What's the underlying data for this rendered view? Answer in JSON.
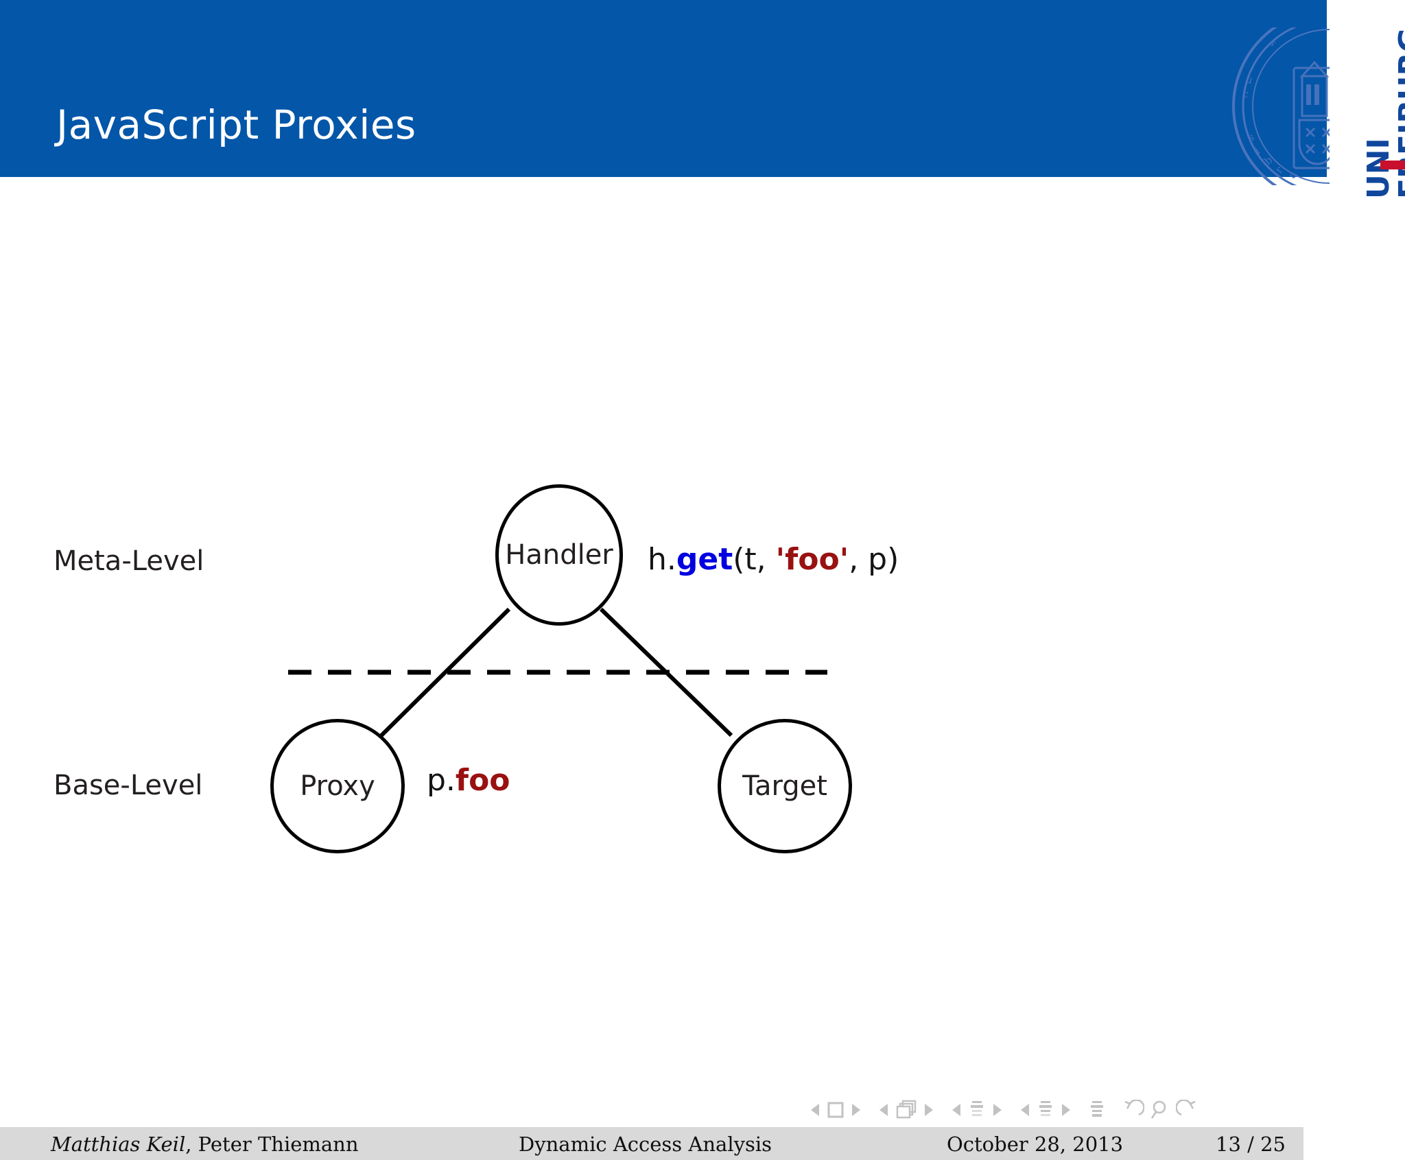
{
  "slide": {
    "title": "JavaScript Proxies",
    "header_color": "#0356a8",
    "accent_red": "#c8102e",
    "logo": {
      "word_top": "UNI",
      "word_bottom": "FREIBURG",
      "seal_name": "university-seal",
      "color": "#10479c"
    }
  },
  "diagram": {
    "levels": {
      "meta_label": "Meta-Level",
      "base_label": "Base-Level"
    },
    "nodes": [
      {
        "id": "handler",
        "label": "Handler"
      },
      {
        "id": "proxy",
        "label": "Proxy"
      },
      {
        "id": "target",
        "label": "Target"
      }
    ],
    "meta_code": {
      "prefix": "h.",
      "method": "get",
      "open": "(t, ",
      "property": "'foo'",
      "close": ", p)",
      "method_color": "#0000e0",
      "property_color": "#991111"
    },
    "base_code": {
      "prefix": "p.",
      "property": "foo",
      "property_color": "#991111"
    },
    "separator": "dashed-line"
  },
  "nav": {
    "groups": [
      {
        "name": "slide",
        "glyph": "square"
      },
      {
        "name": "frame",
        "glyph": "stacked-frames"
      },
      {
        "name": "subsection",
        "glyph": "lines-short"
      },
      {
        "name": "section",
        "glyph": "lines-medium"
      }
    ],
    "doc_glyph": "lines-long",
    "back_icon": "undo-arrow",
    "search_icon": "magnifier",
    "forward_icon": "redo-arrow"
  },
  "footer": {
    "author_primary": "Matthias Keil",
    "author_rest": ", Peter Thiemann",
    "talk_title": "Dynamic Access Analysis",
    "date": "October 28, 2013",
    "page": "13 / 25"
  }
}
